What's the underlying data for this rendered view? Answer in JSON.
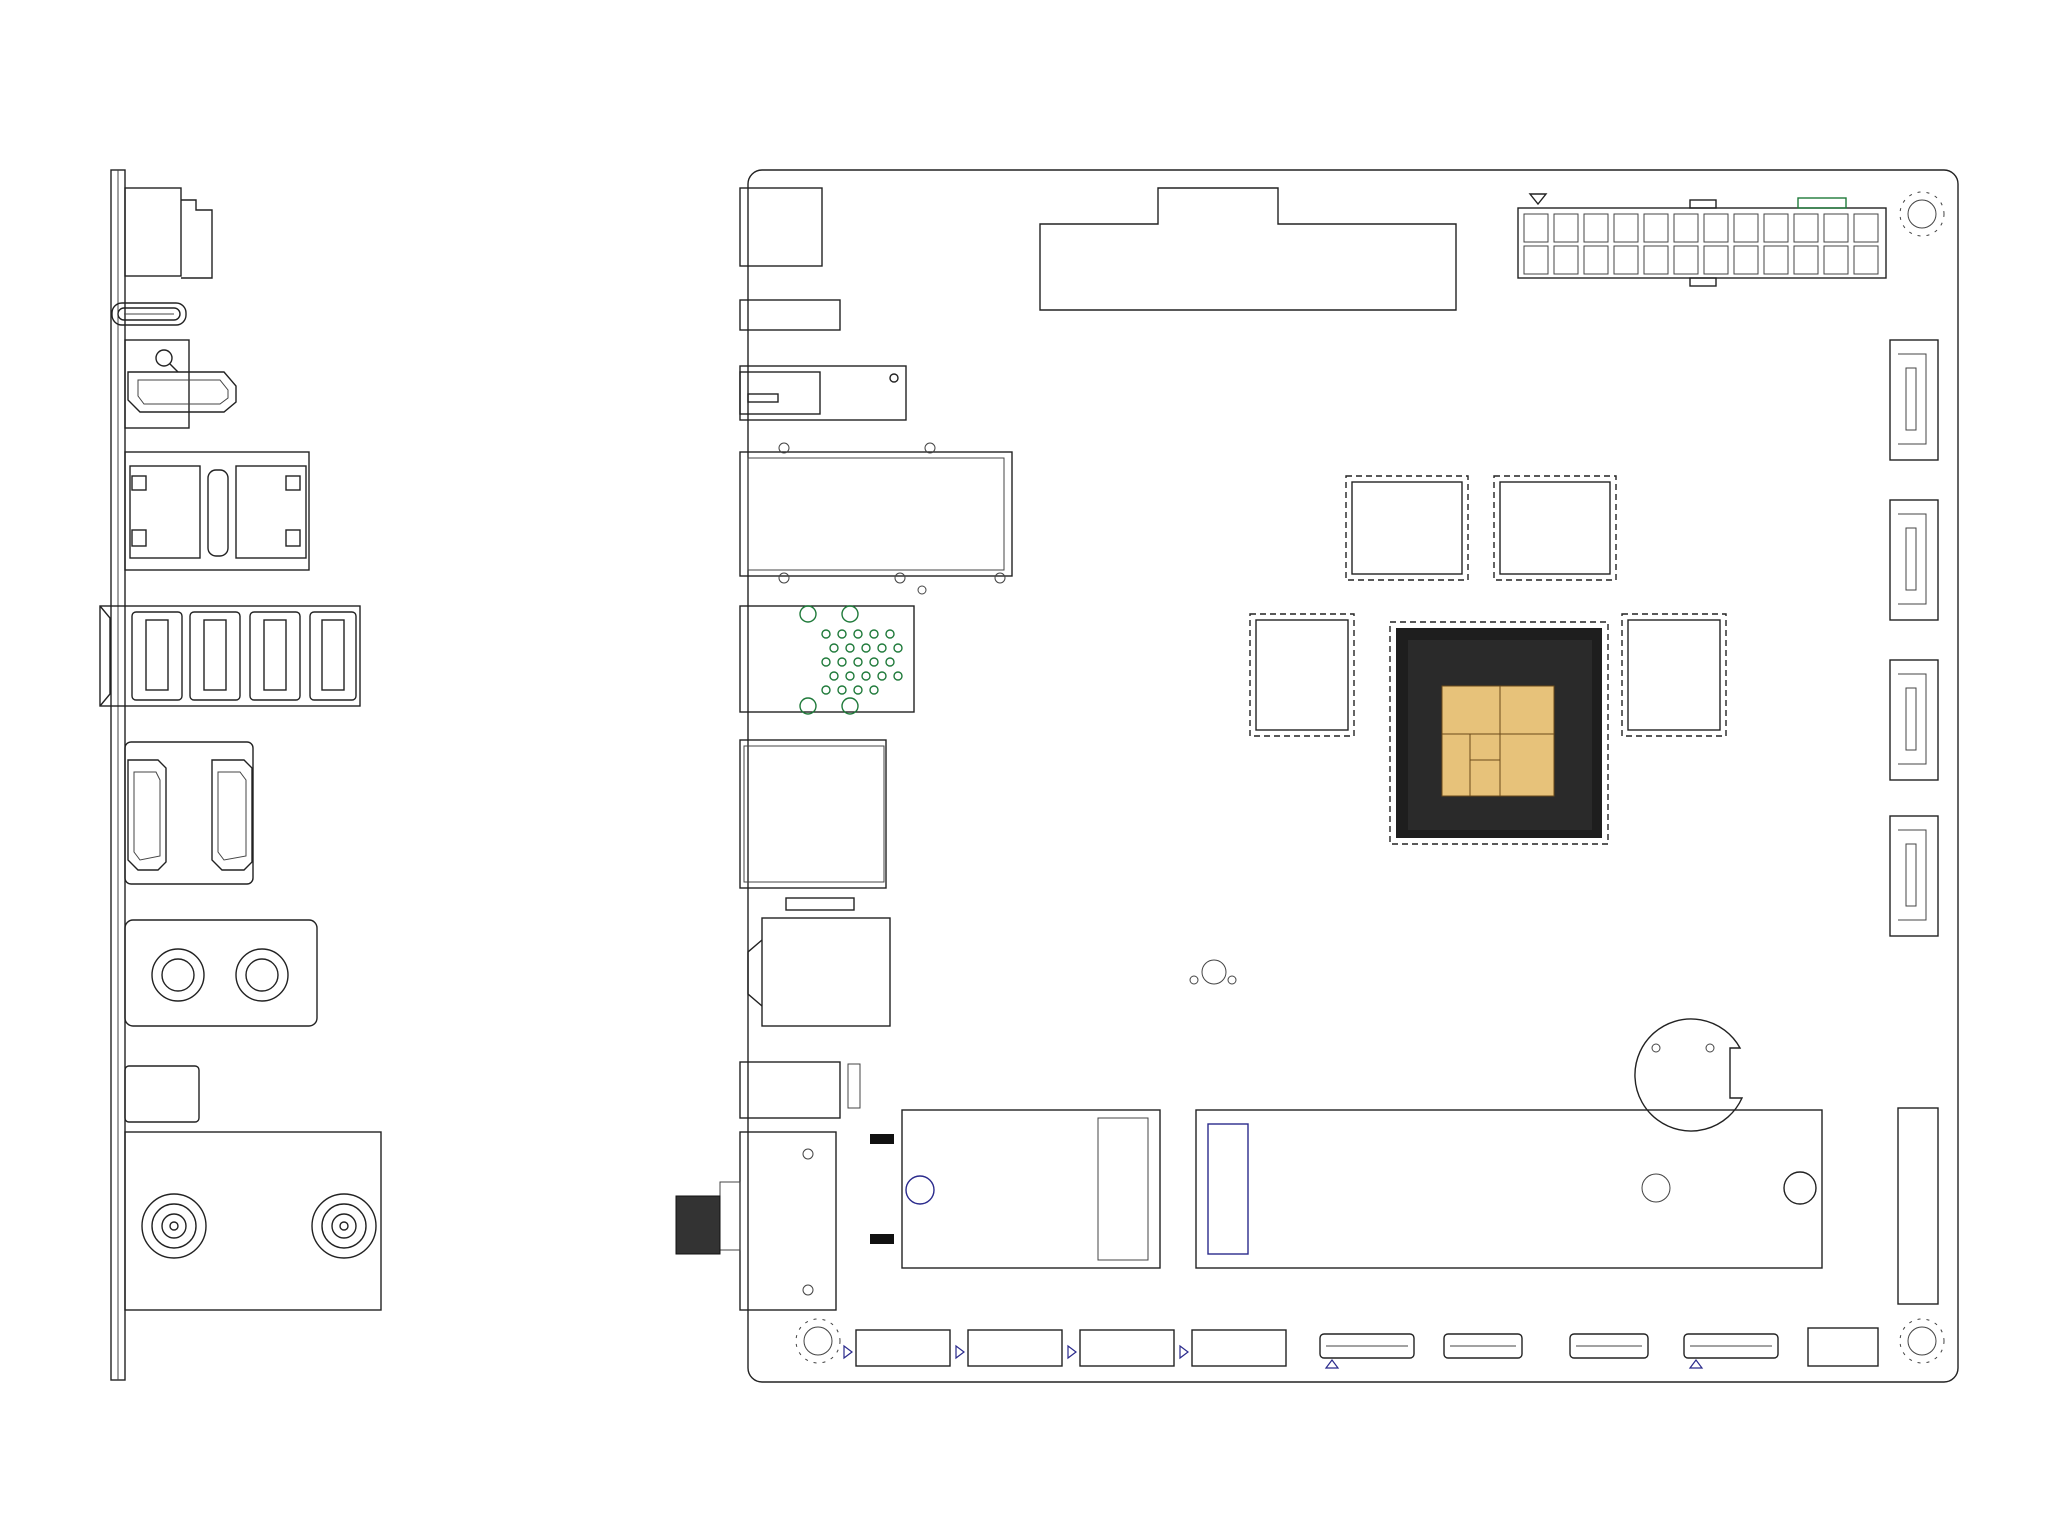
{
  "colors": {
    "line": "#222222",
    "pad_green": "#1f7a3a",
    "outline_blue": "#2a2a8c",
    "die_gold": "#e7c27a",
    "package_dark": "#1e1e1e"
  },
  "diagram": {
    "side_view": {
      "ports": [
        "usb-c-port",
        "hdmi-port",
        "dual-rj45-port",
        "quad-usb-a-port",
        "dual-hdmi-port",
        "dual-audio-jack",
        "dual-sma-antenna"
      ]
    },
    "top_view": {
      "memory_chips": 4,
      "header_blocks": 4,
      "fpc_connectors": 4,
      "sata_ports": 4,
      "m2_slots": 2
    }
  }
}
